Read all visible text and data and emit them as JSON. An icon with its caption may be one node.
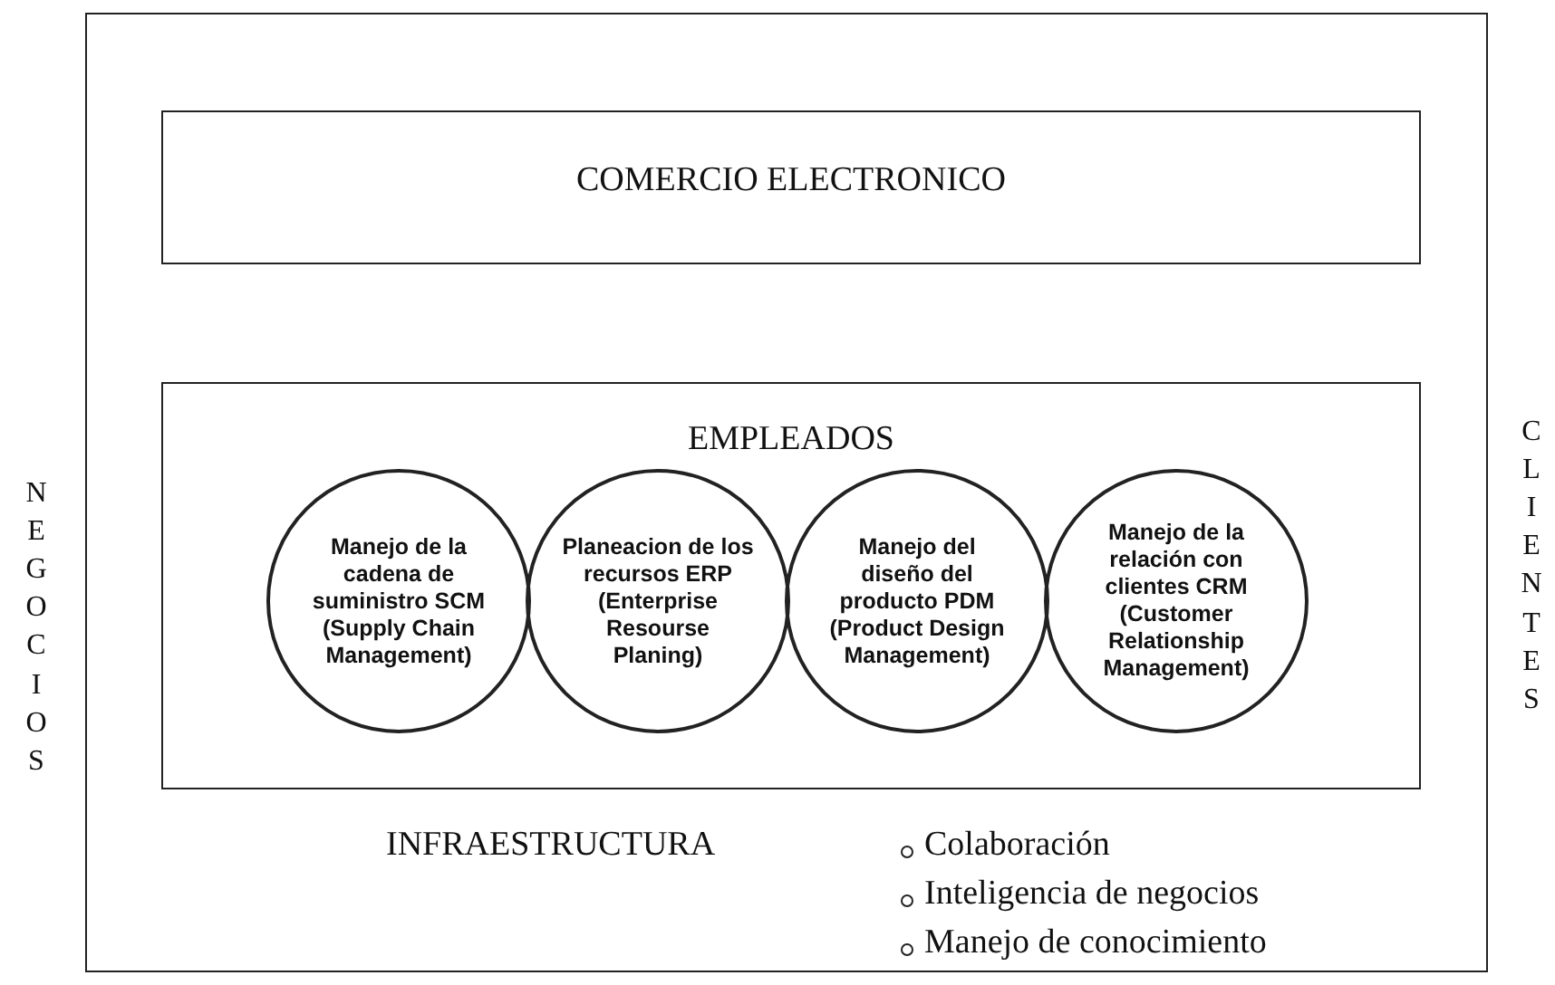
{
  "diagram": {
    "nodes": [
      {
        "text": [
          "INFRAESTRUCTURA",
          "Colaboración",
          "Inteligencia de negocios",
          "Manejo de conocimiento"
        ]
      },
      {
        "text": [
          "COMERCIO ELECTRONICO"
        ],
        "in": 0
      },
      {
        "text": [
          "EMPLEADOS"
        ],
        "in": 0
      },
      {
        "text": [
          "Manejo de la cadena de suministro SCM (Supply Chain Management)"
        ],
        "in": 2
      },
      {
        "text": [
          "Planeacion de los recursos ERP (Enterprise Resourse Planing)"
        ],
        "in": 2
      },
      {
        "text": [
          "Manejo del diseño del producto PDM (Product Design Management)"
        ],
        "in": 2
      },
      {
        "text": [
          "Manejo de la relación con clientes CRM (Customer Relationship Management)"
        ],
        "in": 2
      }
    ],
    "labels": [
      "NEGOCIOS",
      "CLIENTES"
    ]
  }
}
